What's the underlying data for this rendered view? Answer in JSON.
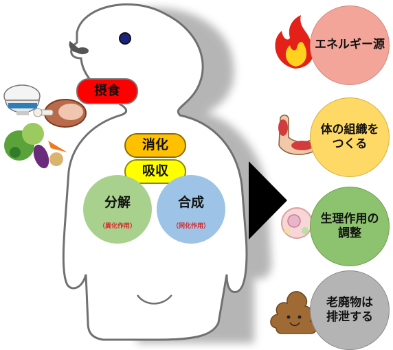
{
  "process": {
    "ingestion": "摂食",
    "digestion": "消化",
    "absorption": "吸収",
    "decomposition": {
      "label": "分解",
      "note": "（異化作用）"
    },
    "synthesis": {
      "label": "合成",
      "note": "（同化作用）"
    }
  },
  "outcomes": [
    {
      "label": "エネルギー源",
      "color": "#f2a598",
      "icon": "fire-icon"
    },
    {
      "label": "体の組織を\nつくる",
      "color": "#ffd966",
      "icon": "flexed-arm-icon"
    },
    {
      "label": "生理作用の\n調整",
      "color": "#8dc26f",
      "icon": "cell-icon"
    },
    {
      "label": "老廃物は\n排泄する",
      "color": "#b4b4b4",
      "icon": "poop-icon"
    }
  ],
  "colors": {
    "ingestion_fill": "#ff0000",
    "digestion_fill": "#ffc000",
    "absorption_fill": "#ffff00",
    "decomposition_fill": "#a9d18e",
    "synthesis_fill": "#9dc3e6",
    "arrow": "#000000"
  },
  "foods": [
    "rice-bowl-icon",
    "meat-icon",
    "vegetables-icon"
  ]
}
